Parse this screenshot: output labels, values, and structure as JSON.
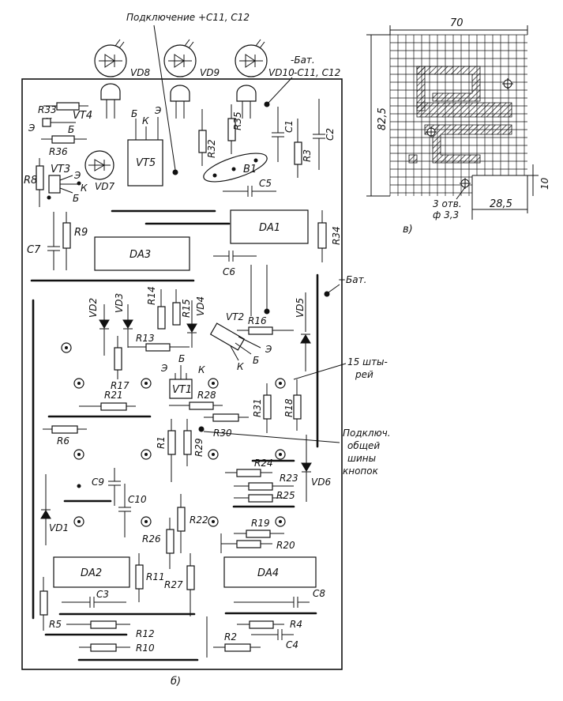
{
  "figure_labels": {
    "b": "б)",
    "v": "в)"
  },
  "annotations": {
    "connect_c11_c12": "Подключение +С11, С12",
    "minus_bat": "-Бат.",
    "minus_bat_sub": "-С11, С12",
    "plus_bat": "+Бат.",
    "pins_line1": "15 шты-",
    "pins_line2": "рей",
    "common_line1": "Подключ.",
    "common_line2": "общей",
    "common_line3": "шины",
    "common_line4": "кнопок"
  },
  "ics": {
    "da1": "DA1",
    "da2": "DA2",
    "da3": "DA3",
    "da4": "DA4",
    "vt5": "VT5",
    "vt1": "VT1"
  },
  "transistors": {
    "vt2": "VT2",
    "vt3": "VT3",
    "vt4": "VT4"
  },
  "pins": {
    "e": "Э",
    "k": "К",
    "b": "Б"
  },
  "diodes": {
    "vd1": "VD1",
    "vd2": "VD2",
    "vd3": "VD3",
    "vd4": "VD4",
    "vd5": "VD5",
    "vd6": "VD6",
    "vd7": "VD7",
    "vd8": "VD8",
    "vd9": "VD9",
    "vd10": "VD10"
  },
  "resistors": {
    "r1": "R1",
    "r2": "R2",
    "r3": "R3",
    "r4": "R4",
    "r5": "R5",
    "r6": "R6",
    "r8": "R8",
    "r9": "R9",
    "r10": "R10",
    "r11": "R11",
    "r12": "R12",
    "r13": "R13",
    "r14": "R14",
    "r15": "R15",
    "r16": "R16",
    "r17": "R17",
    "r18": "R18",
    "r19": "R19",
    "r20": "R20",
    "r21": "R21",
    "r22": "R22",
    "r23": "R23",
    "r24": "R24",
    "r25": "R25",
    "r26": "R26",
    "r27": "R27",
    "r28": "R28",
    "r29": "R29",
    "r30": "R30",
    "r31": "R31",
    "r32": "R32",
    "r33": "R33",
    "r34": "R34",
    "r35": "R35",
    "r36": "R36"
  },
  "capacitors": {
    "c1": "C1",
    "c2": "C2",
    "c3": "C3",
    "c4": "C4",
    "c5": "C5",
    "c6": "C6",
    "c7": "C7",
    "c8": "C8",
    "c9": "C9",
    "c10": "C10"
  },
  "other": {
    "b1": "B1"
  },
  "drawing_v": {
    "width": "70",
    "height": "82,5",
    "offset": "28,5",
    "step": "10",
    "holes_line1": "3 отв.",
    "holes_line2": "ф 3,3"
  }
}
